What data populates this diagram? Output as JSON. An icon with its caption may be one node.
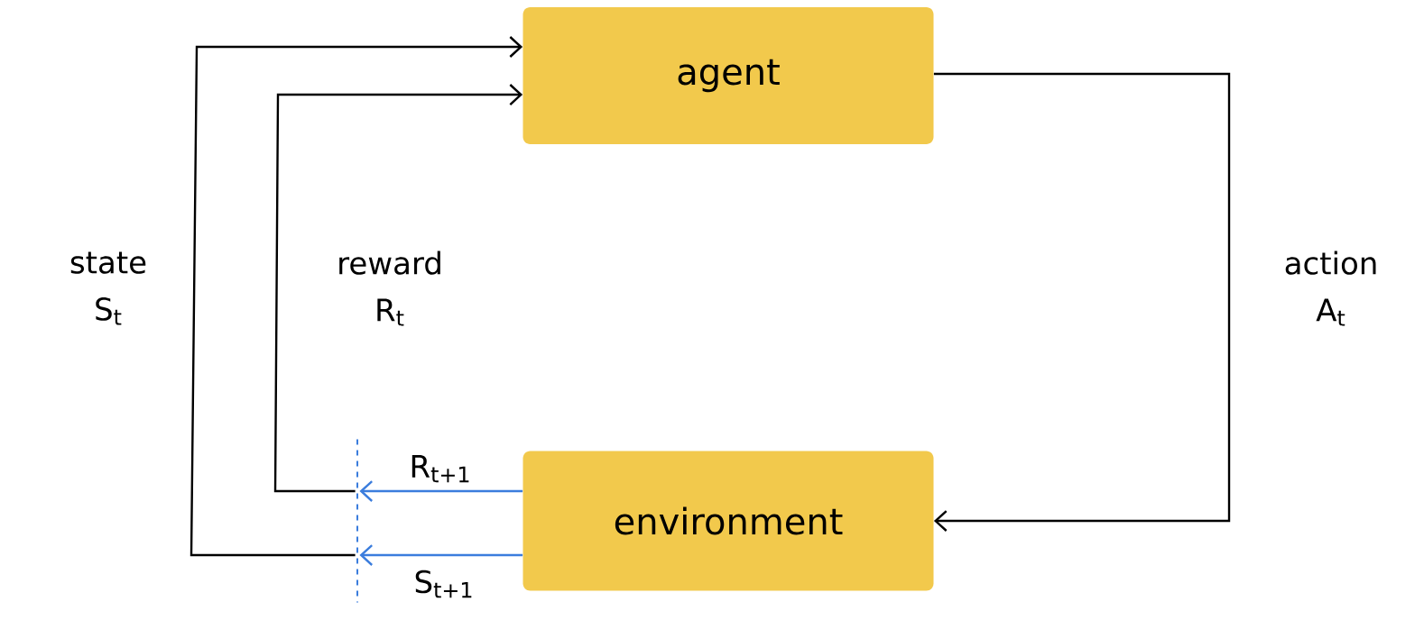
{
  "diagram": {
    "nodes": [
      {
        "text": [
          "agent"
        ]
      },
      {
        "text": [
          "environment"
        ]
      },
      {
        "text": [],
        "shape": "bar"
      }
    ],
    "edges": [
      {
        "from": 0,
        "to": 1,
        "arrow": "to",
        "label": "action A$_{t}$"
      },
      {
        "from": 1,
        "to": 2,
        "arrow": "to",
        "label": "R$_{t+1}$",
        "color": "#3b7ddd"
      },
      {
        "from": 1,
        "to": 2,
        "arrow": "to",
        "label": "S$_{t+1}$",
        "color": "#3b7ddd"
      },
      {
        "from": 2,
        "to": 0,
        "arrow": "to",
        "label": "reward R$_{t}$"
      },
      {
        "from": 2,
        "to": 0,
        "arrow": "to",
        "label": "state S$_{t}$"
      }
    ]
  }
}
